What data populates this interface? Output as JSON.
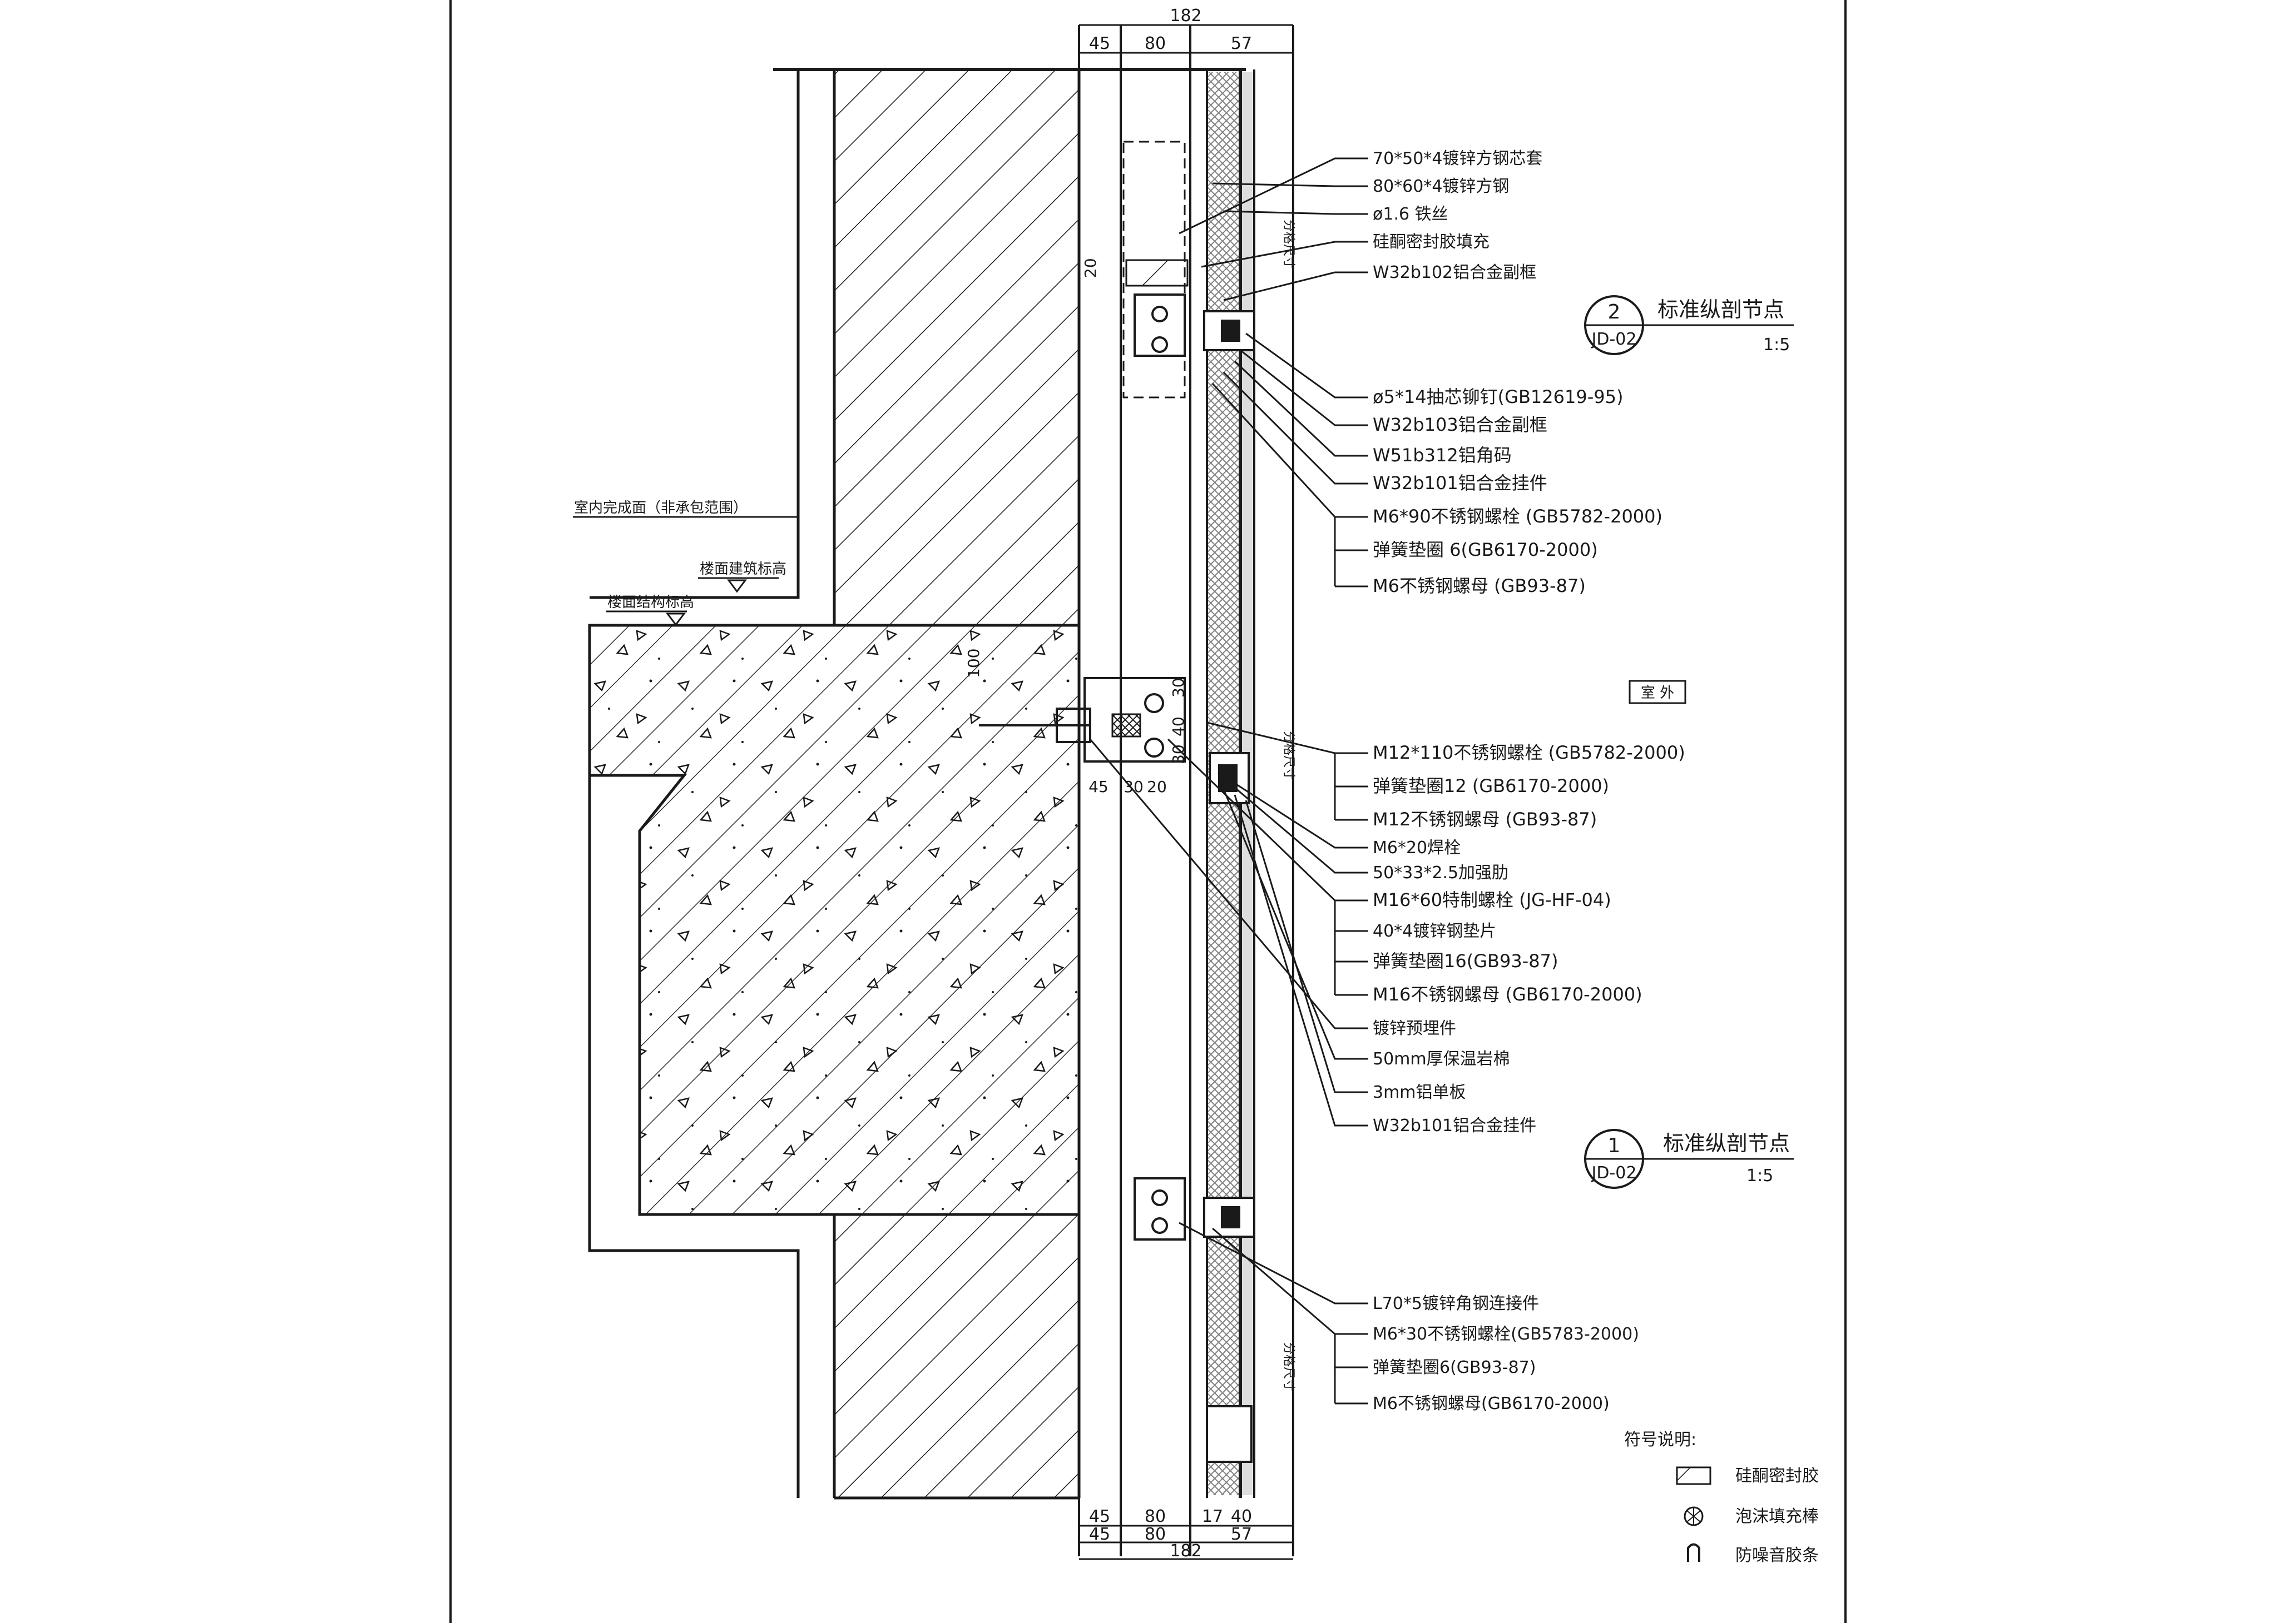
{
  "drawing": {
    "dims_top": {
      "total": "182",
      "seg1": "45",
      "seg2": "80",
      "seg3": "57"
    },
    "dims_bottom_row1": {
      "seg1": "45",
      "seg2": "80",
      "seg3": "17",
      "seg4": "40"
    },
    "dims_bottom_row2": {
      "seg1": "45",
      "seg2": "80",
      "seg3": "57"
    },
    "dims_bottom_total": "182",
    "dims_mid": {
      "d100": "100",
      "d30a": "30",
      "d40": "40",
      "d30b": "30",
      "h45": "45",
      "h30": "30",
      "h20": "20",
      "d20": "20"
    },
    "vertical_notes": {
      "note1": "分格尺寸",
      "note2": "分格尺寸",
      "note3": "分格尺寸"
    },
    "left_notes": {
      "indoor_finish": "室内完成面（非承包范围）",
      "floor_arch_level": "楼面建筑标高",
      "floor_struct_level": "楼面结构标高"
    },
    "outdoor_label": "室  外",
    "callouts_group1": [
      "70*50*4镀锌方钢芯套",
      "80*60*4镀锌方钢",
      "ø1.6 铁丝",
      "硅酮密封胶填充",
      "W32b102铝合金副框"
    ],
    "callouts_group2": [
      "ø5*14抽芯铆钉(GB12619-95)",
      "W32b103铝合金副框",
      "W51b312铝角码",
      "W32b101铝合金挂件",
      "M6*90不锈钢螺栓 (GB5782-2000)",
      "弹簧垫圈 6(GB6170-2000)",
      "M6不锈钢螺母 (GB93-87)"
    ],
    "callouts_group3": [
      "M12*110不锈钢螺栓 (GB5782-2000)",
      "弹簧垫圈12 (GB6170-2000)",
      "M12不锈钢螺母 (GB93-87)",
      "M6*20焊栓",
      "50*33*2.5加强肋",
      "M16*60特制螺栓 (JG-HF-04)",
      "40*4镀锌钢垫片",
      "弹簧垫圈16(GB93-87)",
      "M16不锈钢螺母 (GB6170-2000)",
      "镀锌预埋件",
      "50mm厚保温岩棉",
      "3mm铝单板",
      "W32b101铝合金挂件"
    ],
    "callouts_group4": [
      "L70*5镀锌角钢连接件",
      "M6*30不锈钢螺栓(GB5783-2000)",
      "弹簧垫圈6(GB93-87)",
      "M6不锈钢螺母(GB6170-2000)"
    ],
    "section2": {
      "number": "2",
      "ref": "JD-02",
      "title": "标准纵剖节点",
      "scale": "1:5"
    },
    "section1": {
      "number": "1",
      "ref": "JD-02",
      "title": "标准纵剖节点",
      "scale": "1:5"
    },
    "legend": {
      "title": "符号说明:",
      "items": [
        {
          "icon": "hatch-icon",
          "label": "硅酮密封胶"
        },
        {
          "icon": "foam-rod-icon",
          "label": "泡沫填充棒"
        },
        {
          "icon": "gasket-icon",
          "label": "防噪音胶条"
        }
      ]
    }
  }
}
